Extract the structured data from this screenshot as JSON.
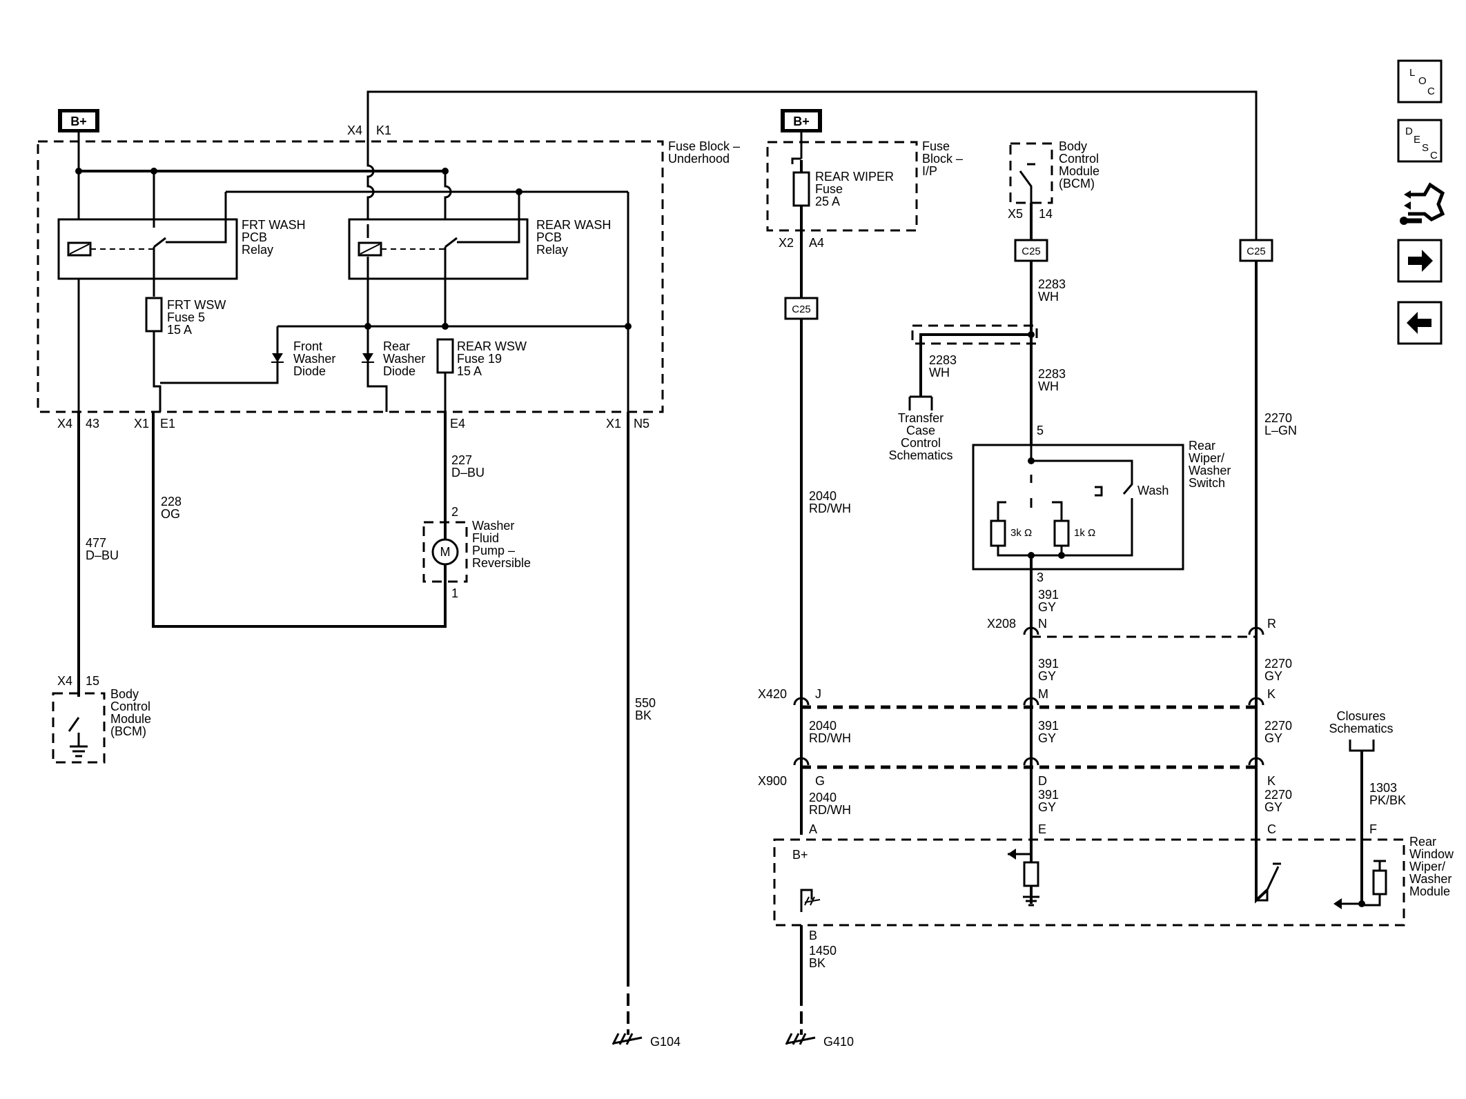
{
  "badges": {
    "bplus_left": "B+",
    "bplus_right": "B+"
  },
  "fuse_block_underhood": [
    "Fuse Block –",
    "Underhood"
  ],
  "fuse_block_ip": [
    "Fuse",
    "Block –",
    "I/P"
  ],
  "frt_relay": [
    "FRT WASH",
    "PCB",
    "Relay"
  ],
  "rear_relay": [
    "REAR WASH",
    "PCB",
    "Relay"
  ],
  "frt_fuse": [
    "FRT WSW",
    "Fuse 5",
    "15 A"
  ],
  "rear_fuse": [
    "REAR WSW",
    "Fuse 19",
    "15 A"
  ],
  "rear_wiper_fuse": [
    "REAR WIPER",
    "Fuse",
    "25 A"
  ],
  "front_diode": [
    "Front",
    "Washer",
    "Diode"
  ],
  "rear_diode": [
    "Rear",
    "Washer",
    "Diode"
  ],
  "pump": {
    "symbol": "M",
    "label": [
      "Washer",
      "Fluid",
      "Pump –",
      "Reversible"
    ],
    "pin_top": "2",
    "pin_bottom": "1"
  },
  "bcm_top": [
    "Body",
    "Control",
    "Module",
    "(BCM)"
  ],
  "bcm_left": [
    "Body",
    "Control",
    "Module",
    "(BCM)"
  ],
  "connectors": {
    "x4": "X4",
    "k1": "K1",
    "x4_43": "X4",
    "pin_43": "43",
    "x1_e1": "X1",
    "pin_e1": "E1",
    "pin_e4": "E4",
    "x1_n5": "X1",
    "pin_n5": "N5",
    "x4_15": "X4",
    "pin_15": "15",
    "x2": "X2",
    "pin_a4": "A4",
    "x5": "X5",
    "pin_14": "14",
    "c25_a": "C25",
    "c25_b": "C25",
    "c25_c": "C25",
    "x208": "X208",
    "pin_n": "N",
    "pin_r": "R",
    "x420": "X420",
    "pin_j": "J",
    "pin_m": "M",
    "pin_k1": "K",
    "x900": "X900",
    "pin_g": "G",
    "pin_d": "D",
    "pin_k2": "K",
    "pin_a": "A",
    "pin_e": "E",
    "pin_c": "C",
    "pin_f": "F",
    "pin_b": "B",
    "sw_pin5": "5",
    "sw_pin3": "3"
  },
  "wires": {
    "w227": [
      "227",
      "D–BU"
    ],
    "w228": [
      "228",
      "OG"
    ],
    "w477": [
      "477",
      "D–BU"
    ],
    "w550": [
      "550",
      "BK"
    ],
    "w2040_a": [
      "2040",
      "RD/WH"
    ],
    "w2040_b": [
      "2040",
      "RD/WH"
    ],
    "w2040_c": [
      "2040",
      "RD/WH"
    ],
    "w2283_a": [
      "2283",
      "WH"
    ],
    "w2283_b": [
      "2283",
      "WH"
    ],
    "w2283_c": [
      "2283",
      "WH"
    ],
    "w2270_a": [
      "2270",
      "L–GN"
    ],
    "w2270_b": [
      "2270",
      "GY"
    ],
    "w2270_c": [
      "2270",
      "GY"
    ],
    "w2270_d": [
      "2270",
      "GY"
    ],
    "w391_a": [
      "391",
      "GY"
    ],
    "w391_b": [
      "391",
      "GY"
    ],
    "w391_c": [
      "391",
      "GY"
    ],
    "w391_d": [
      "391",
      "GY"
    ],
    "w1450": [
      "1450",
      "BK"
    ],
    "w1303": [
      "1303",
      "PK/BK"
    ]
  },
  "transfer_case": [
    "Transfer",
    "Case",
    "Control",
    "Schematics"
  ],
  "closures": [
    "Closures",
    "Schematics"
  ],
  "switch": {
    "label": [
      "Rear",
      "Wiper/",
      "Washer",
      "Switch"
    ],
    "r3k": "3k Ω",
    "r1k": "1k Ω",
    "wash": "Wash"
  },
  "rear_module": {
    "label": [
      "Rear",
      "Window",
      "Wiper/",
      "Washer",
      "Module"
    ],
    "bplus": "B+"
  },
  "grounds": {
    "g104": "G104",
    "g410": "G410"
  },
  "nav": {
    "loc": [
      "L",
      "O",
      "C"
    ],
    "desc": [
      "D",
      "E",
      "S",
      "C"
    ]
  },
  "colors": {
    "line": "#000000",
    "background": "#ffffff"
  },
  "icons": [
    "loc-icon",
    "desc-icon",
    "connector-icon",
    "arrow-right-icon",
    "arrow-left-icon"
  ]
}
